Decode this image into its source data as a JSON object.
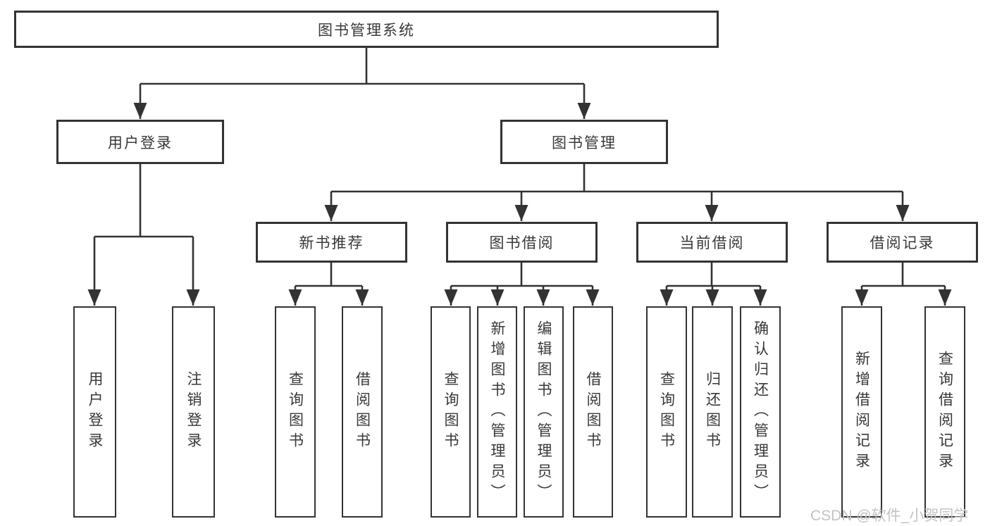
{
  "diagram": {
    "root": {
      "label": "图书管理系统"
    },
    "branches": [
      {
        "label": "用户登录",
        "children": [
          {
            "label": "用户登录"
          },
          {
            "label": "注销登录"
          }
        ]
      },
      {
        "label": "图书管理",
        "children": [
          {
            "label": "新书推荐",
            "children": [
              {
                "label": "查询图书"
              },
              {
                "label": "借阅图书"
              }
            ]
          },
          {
            "label": "图书借阅",
            "children": [
              {
                "label": "查询图书"
              },
              {
                "label": "新增图书（管理员）"
              },
              {
                "label": "编辑图书（管理员）"
              },
              {
                "label": "借阅图书"
              }
            ]
          },
          {
            "label": "当前借阅",
            "children": [
              {
                "label": "查询图书"
              },
              {
                "label": "归还图书"
              },
              {
                "label": "确认归还（管理员）"
              }
            ]
          },
          {
            "label": "借阅记录",
            "children": [
              {
                "label": "新增借阅记录"
              },
              {
                "label": "查询借阅记录"
              }
            ]
          }
        ]
      }
    ]
  },
  "watermark": {
    "text": "CSDN @软件_小贺同学"
  },
  "colors": {
    "line": "#333333",
    "box_border": "#333333",
    "box_fill": "#ffffff",
    "text": "#383838",
    "watermark": "#c3c3c3"
  }
}
